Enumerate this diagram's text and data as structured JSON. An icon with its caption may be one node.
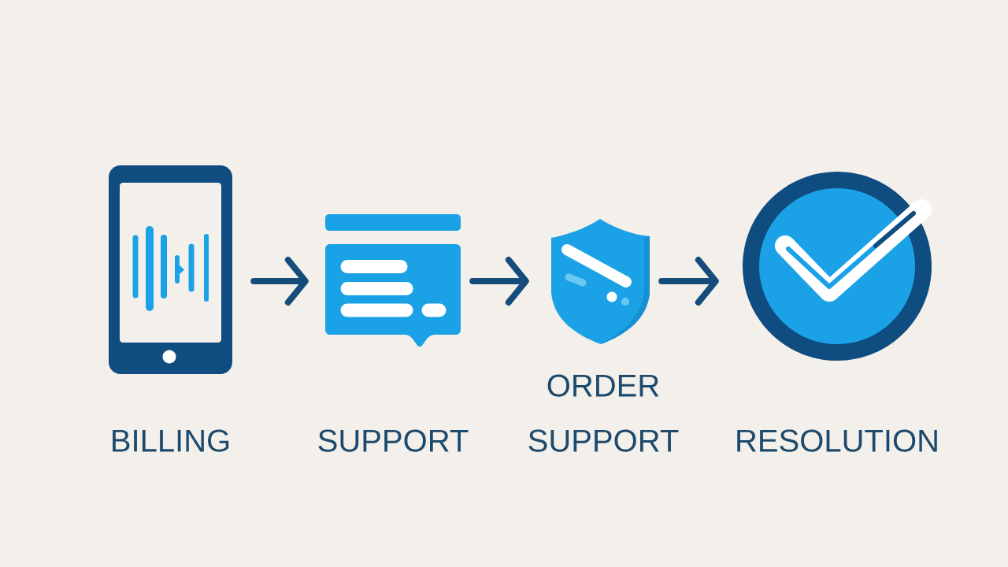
{
  "diagram": {
    "nodes": [
      {
        "text": [],
        "shape": "picture",
        "beside": [
          "BILLING"
        ]
      },
      {
        "text": [],
        "shape": "picture",
        "beside": [
          "SUPPORT"
        ]
      },
      {
        "text": [],
        "shape": "picture",
        "beside": [
          "ORDER SUPPORT"
        ]
      },
      {
        "text": [],
        "shape": "picture",
        "beside": [
          "RESOLUTION"
        ]
      }
    ],
    "edges": [
      {
        "from": 0,
        "to": 1,
        "arrow": "to"
      },
      {
        "from": 1,
        "to": 2,
        "arrow": "to"
      },
      {
        "from": 2,
        "to": 3,
        "arrow": "to"
      }
    ]
  }
}
